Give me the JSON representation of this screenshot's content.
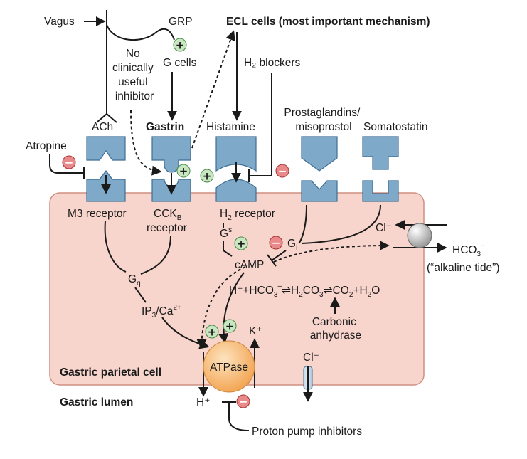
{
  "labels": {
    "vagus": "Vagus",
    "grp": "GRP",
    "no_inhibitor": [
      "No",
      "clinically",
      "useful",
      "inhibitor"
    ],
    "g_cells": "G cells",
    "ecl_cells": "ECL cells (most important mechanism)",
    "h2_blockers": "H₂ blockers",
    "prostaglandins": [
      "Prostaglandins/",
      "misoprostol"
    ],
    "somatostatin": "Somatostatin",
    "ach": "ACh",
    "gastrin": "Gastrin",
    "histamine": "Histamine",
    "atropine": "Atropine",
    "m3_receptor": "M3 receptor",
    "cckb_receptor": [
      "CCK",
      "B",
      "receptor"
    ],
    "h2_receptor": [
      "H",
      "2",
      " receptor"
    ],
    "gs": [
      "G",
      "s"
    ],
    "gi": [
      "G",
      "i"
    ],
    "camp": "cAMP",
    "gq": [
      "G",
      "q"
    ],
    "ip3_ca": [
      "IP",
      "3",
      "/Ca",
      "2+"
    ],
    "cl_top": "Cl⁻",
    "hco3": [
      "HCO",
      "3",
      "–"
    ],
    "alkaline_tide": "(“alkaline tide”)",
    "reaction": [
      "H⁺+HCO",
      "3",
      "–",
      "⇌",
      "H",
      "2",
      "CO",
      "3",
      "⇌",
      "CO",
      "2",
      "+H",
      "2",
      "O"
    ],
    "carbonic_anhydrase": [
      "Carbonic",
      "anhydrase"
    ],
    "k_plus": "K⁺",
    "atpase": "ATPase",
    "cl_bottom": "Cl⁻",
    "parietal_cell": "Gastric parietal cell",
    "gastric_lumen": "Gastric lumen",
    "h_plus": "H⁺",
    "ppi": "Proton pump inhibitors"
  },
  "signs": {
    "plus": "+",
    "minus": "−"
  },
  "colors": {
    "cell_fill": "#f7d4cc",
    "cell_stroke": "#cf8f82",
    "receptor_fill": "#7fa9c9",
    "receptor_stroke": "#3f6f95",
    "atpase_fill": "#f5b56a",
    "plus_fill": "#c8e6c0",
    "minus_fill": "#e88a8a"
  }
}
